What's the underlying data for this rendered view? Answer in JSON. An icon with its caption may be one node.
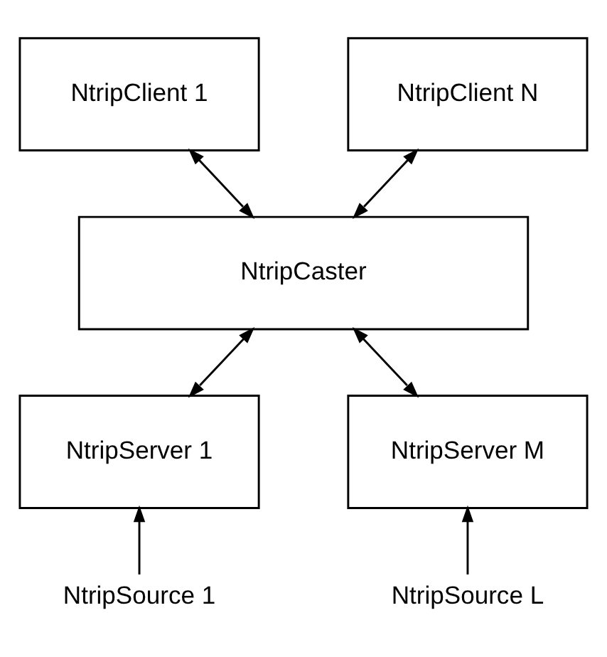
{
  "diagram": {
    "nodes": [
      {
        "text": [
          "NtripClient 1"
        ]
      },
      {
        "text": [
          "NtripClient N"
        ]
      },
      {
        "text": [
          "NtripCaster"
        ]
      },
      {
        "text": [
          "NtripServer 1"
        ]
      },
      {
        "text": [
          "NtripServer M"
        ]
      },
      {
        "text": [
          "NtripSource 1"
        ]
      },
      {
        "text": [
          "NtripSource L"
        ]
      }
    ],
    "edges": [
      {
        "from": 0,
        "to": 2,
        "arrow": "both"
      },
      {
        "from": 1,
        "to": 2,
        "arrow": "both"
      },
      {
        "from": 2,
        "to": 3,
        "arrow": "both"
      },
      {
        "from": 2,
        "to": 4,
        "arrow": "both"
      },
      {
        "from": 5,
        "to": 3,
        "arrow": "to"
      },
      {
        "from": 6,
        "to": 4,
        "arrow": "to"
      }
    ]
  }
}
